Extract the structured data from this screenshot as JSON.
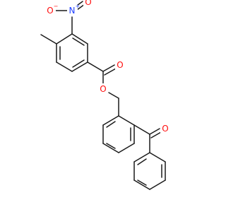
{
  "molecule": {
    "atoms": {
      "nitro_n": {
        "symbol": "N",
        "charge": "+",
        "color": "#1f3fff"
      },
      "nitro_o_left": {
        "symbol": "O",
        "charge": "−",
        "color": "#ff0d0d"
      },
      "nitro_o_right": {
        "symbol": "O",
        "charge": "",
        "color": "#ff0d0d"
      },
      "ester_carbonyl_o": {
        "symbol": "O",
        "charge": "",
        "color": "#ff0d0d"
      },
      "ester_o": {
        "symbol": "O",
        "charge": "",
        "color": "#ff0d0d"
      },
      "ketone_o": {
        "symbol": "O",
        "charge": "",
        "color": "#ff0d0d"
      }
    },
    "colors": {
      "bond": "#1a1a1a",
      "oxygen": "#ff0d0d",
      "nitrogen": "#1f3fff"
    }
  }
}
